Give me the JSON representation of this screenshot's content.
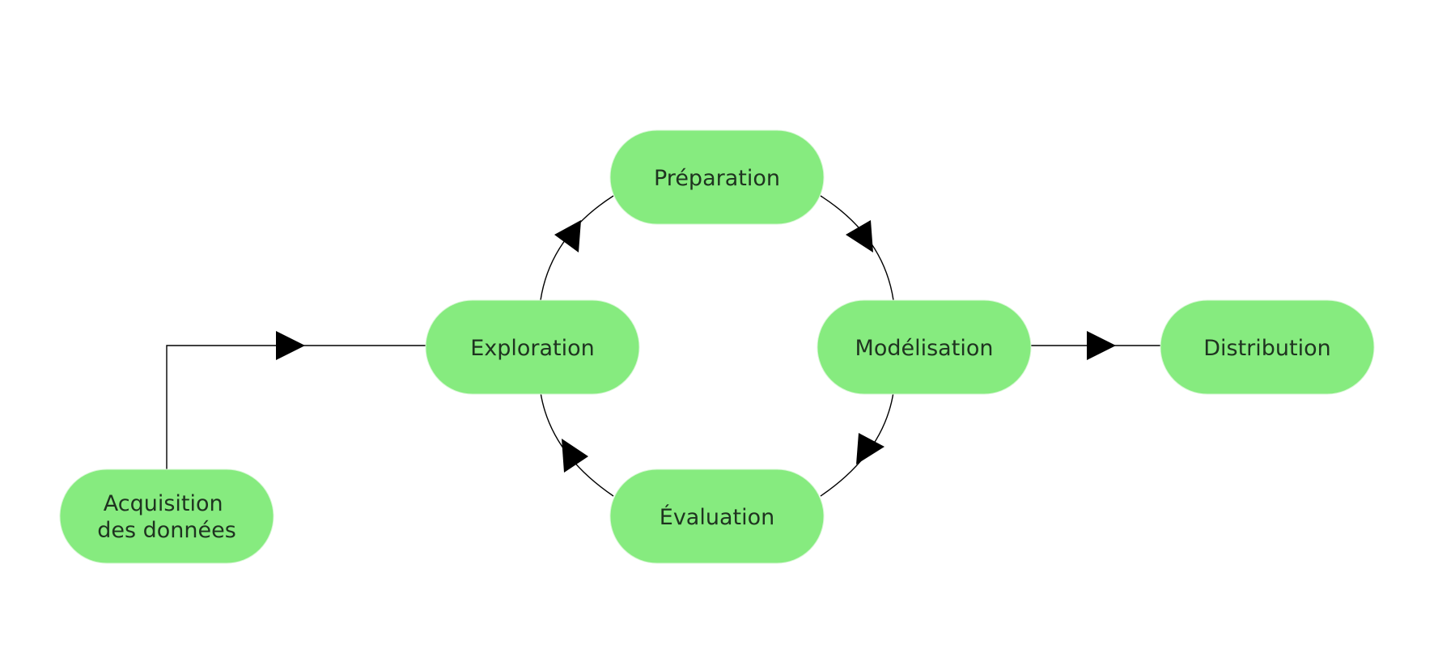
{
  "colors": {
    "node_fill": "#86eb7f",
    "node_text": "#1f3320",
    "edge": "#000000",
    "background": "#ffffff"
  },
  "nodes": {
    "acquisition": {
      "line1": "Acquisition",
      "line2": "des données"
    },
    "exploration": {
      "label": "Exploration"
    },
    "preparation": {
      "label": "Préparation"
    },
    "modelisation": {
      "label": "Modélisation"
    },
    "evaluation": {
      "label": "Évaluation"
    },
    "distribution": {
      "label": "Distribution"
    }
  },
  "edges": [
    {
      "from": "acquisition",
      "to": "exploration"
    },
    {
      "from": "exploration",
      "to": "preparation"
    },
    {
      "from": "preparation",
      "to": "modelisation"
    },
    {
      "from": "modelisation",
      "to": "evaluation"
    },
    {
      "from": "evaluation",
      "to": "exploration"
    },
    {
      "from": "modelisation",
      "to": "distribution"
    }
  ]
}
